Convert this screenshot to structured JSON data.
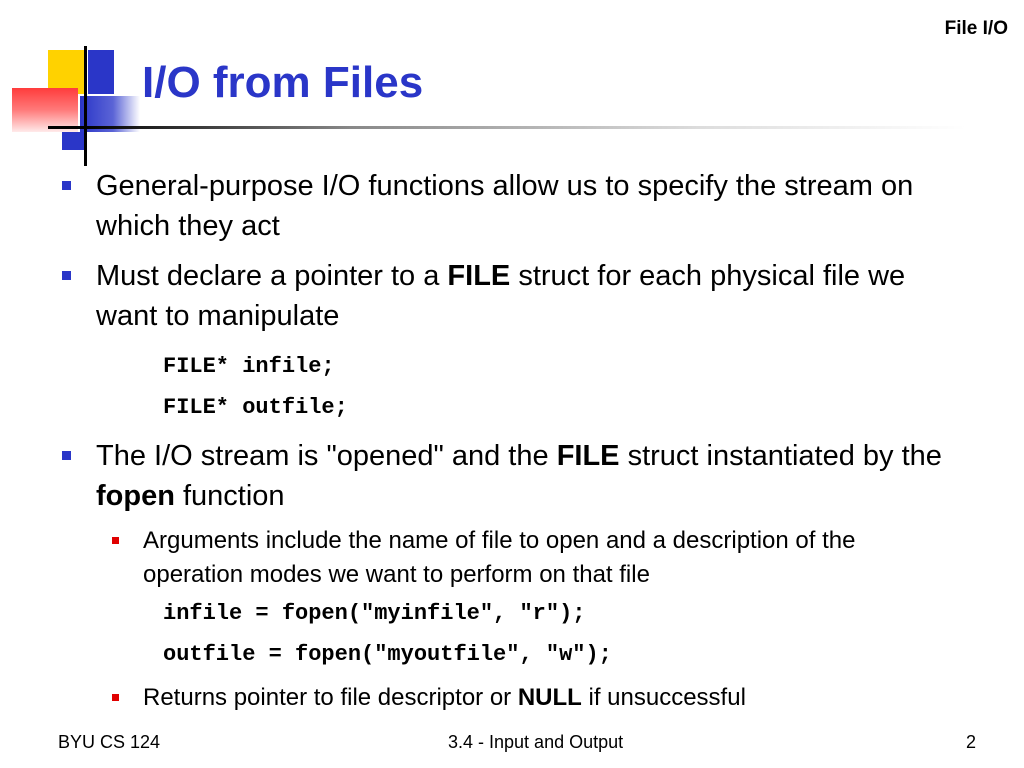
{
  "header": {
    "corner_label": "File I/O"
  },
  "slide": {
    "title": "I/O from Files",
    "b1": {
      "text": "General-purpose I/O functions allow us to specify the stream on which they act"
    },
    "b2": {
      "pre": "Must declare a pointer to a ",
      "bold": "FILE",
      "post": " struct for each physical file we want to manipulate"
    },
    "code1": [
      "FILE* infile;",
      "FILE* outfile;"
    ],
    "b3": {
      "pre": "The I/O stream is \"opened\" and the ",
      "bold1": "FILE",
      "mid": " struct instantiated by the ",
      "bold2": "fopen",
      "post": " function"
    },
    "sub1": {
      "text": "Arguments include the name of file to open and a description of the operation modes we want to perform on that file"
    },
    "code2": [
      "infile = fopen(\"myinfile\", \"r\");",
      "outfile = fopen(\"myoutfile\", \"w\");"
    ],
    "sub2": {
      "pre": "Returns pointer to file descriptor or ",
      "bold": "NULL",
      "post": " if unsuccessful"
    }
  },
  "footer": {
    "left": "BYU CS 124",
    "center": "3.4 - Input and Output",
    "right": "2"
  },
  "colors": {
    "title": "#2a36c8",
    "bullet_l1": "#2a36c8",
    "bullet_l2": "#e00000"
  }
}
